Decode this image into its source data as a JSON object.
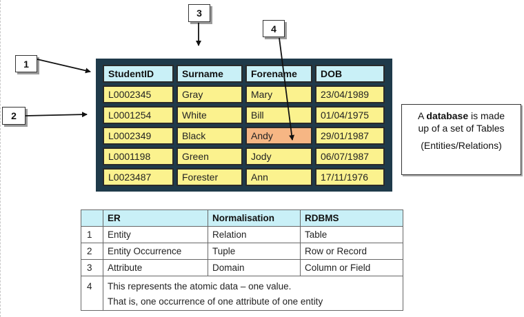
{
  "callouts": [
    "1",
    "2",
    "3",
    "4"
  ],
  "student_table": {
    "headers": [
      "StudentID",
      "Surname",
      "Forename",
      "DOB"
    ],
    "rows": [
      [
        "L0002345",
        "Gray",
        "Mary",
        "23/04/1989"
      ],
      [
        "L0001254",
        "White",
        "Bill",
        "01/04/1975"
      ],
      [
        "L0002349",
        "Black",
        "Andy",
        "29/01/1987"
      ],
      [
        "L0001198",
        "Green",
        "Jody",
        "06/07/1987"
      ],
      [
        "L0023487",
        "Forester",
        "Ann",
        "17/11/1976"
      ]
    ],
    "highlight_color": "#f6b684",
    "cell_color": "#fbf28e",
    "header_color": "#c9f0f7"
  },
  "db_note": {
    "pre": "A ",
    "bold": "database",
    "post": " is made",
    "line2": "up of a set of Tables",
    "line3": "(Entities/Relations)"
  },
  "mapping_table": {
    "headers": [
      "",
      "ER",
      "Normalisation",
      "RDBMS"
    ],
    "rows": [
      [
        "1",
        "Entity",
        "Relation",
        "Table"
      ],
      [
        "2",
        "Entity Occurrence",
        "Tuple",
        "Row or Record"
      ],
      [
        "3",
        "Attribute",
        "Domain",
        "Column or Field"
      ]
    ],
    "note_row": {
      "num": "4",
      "line1": "This represents the atomic data – one value.",
      "line2": "That is, one occurrence of one attribute of one entity"
    }
  }
}
